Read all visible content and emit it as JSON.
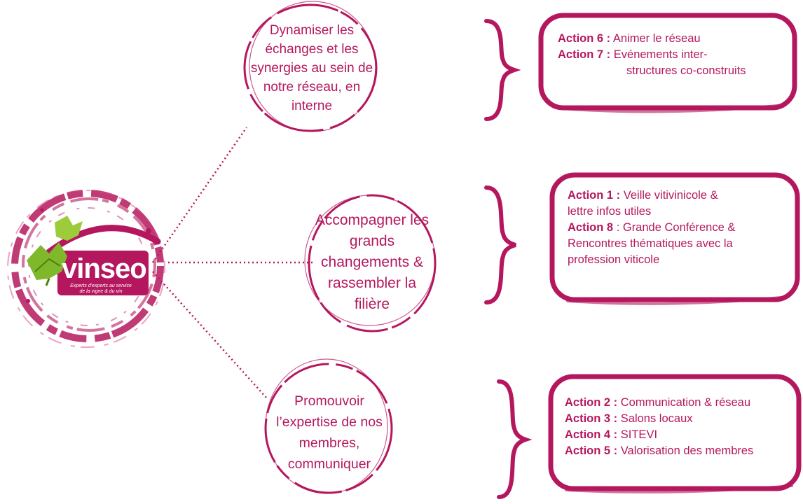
{
  "colors": {
    "accent": "#b5175e",
    "accent_light": "#d94488",
    "leaf": "#7fb82a"
  },
  "logo": {
    "wordmark": "vinseo",
    "tagline_line1": "Experts d'experts au service",
    "tagline_line2": "de la vigne & du vin"
  },
  "objectives": [
    {
      "lines": [
        "Dynamiser les",
        "échanges et les",
        "synergies au sein de",
        "notre réseau, en",
        "interne"
      ]
    },
    {
      "lines": [
        "Accompagner les",
        "grands",
        "changements &",
        "rassembler la",
        "filière"
      ]
    },
    {
      "lines": [
        "Promouvoir",
        "l’expertise de nos",
        "membres,",
        "communiquer"
      ]
    }
  ],
  "action_groups": [
    {
      "items": [
        {
          "label": "Action 6 :",
          "text": "Animer le réseau"
        },
        {
          "label": "Action 7 :",
          "text": "Evénements inter-",
          "continuation": "structures co-construits"
        }
      ]
    },
    {
      "items": [
        {
          "label": "Action 1 :",
          "text": "Veille vitivinicole &",
          "continuation": "lettre infos utiles"
        },
        {
          "label": "Action 8",
          "text": ": Grande Conférence &",
          "continuation": "Rencontres thématiques avec la",
          "continuation2": "profession viticole"
        }
      ]
    },
    {
      "items": [
        {
          "label": "Action 2 :",
          "text": "Communication & réseau"
        },
        {
          "label": "Action 3 :",
          "text": "Salons locaux"
        },
        {
          "label": "Action 4 :",
          "text": "SITEVI"
        },
        {
          "label": "Action 5 :",
          "text": "Valorisation des membres"
        }
      ]
    }
  ]
}
